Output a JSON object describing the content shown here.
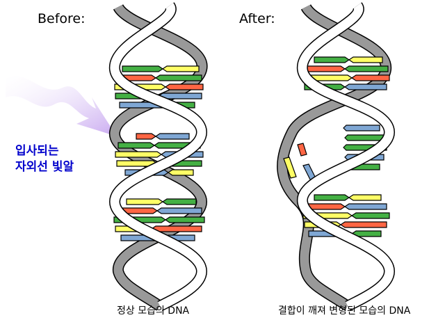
{
  "panels": {
    "before": {
      "title": "Before:",
      "caption": "정상 모습의 DNA"
    },
    "after": {
      "title": "After:",
      "caption": "결합이 깨져 변형된 모습의 DNA"
    }
  },
  "uv_label": {
    "line1": "입사되는",
    "line2": "자외선 빛알",
    "color": "#0000cc"
  },
  "colors": {
    "backbone_front": "#ffffff",
    "backbone_back": "#999999",
    "outline": "#000000",
    "base_green": "#44b044",
    "base_yellow": "#ffff66",
    "base_red": "#ff6644",
    "base_blue": "#7fa7d4",
    "uv_arrow": "#c8a8f0"
  }
}
